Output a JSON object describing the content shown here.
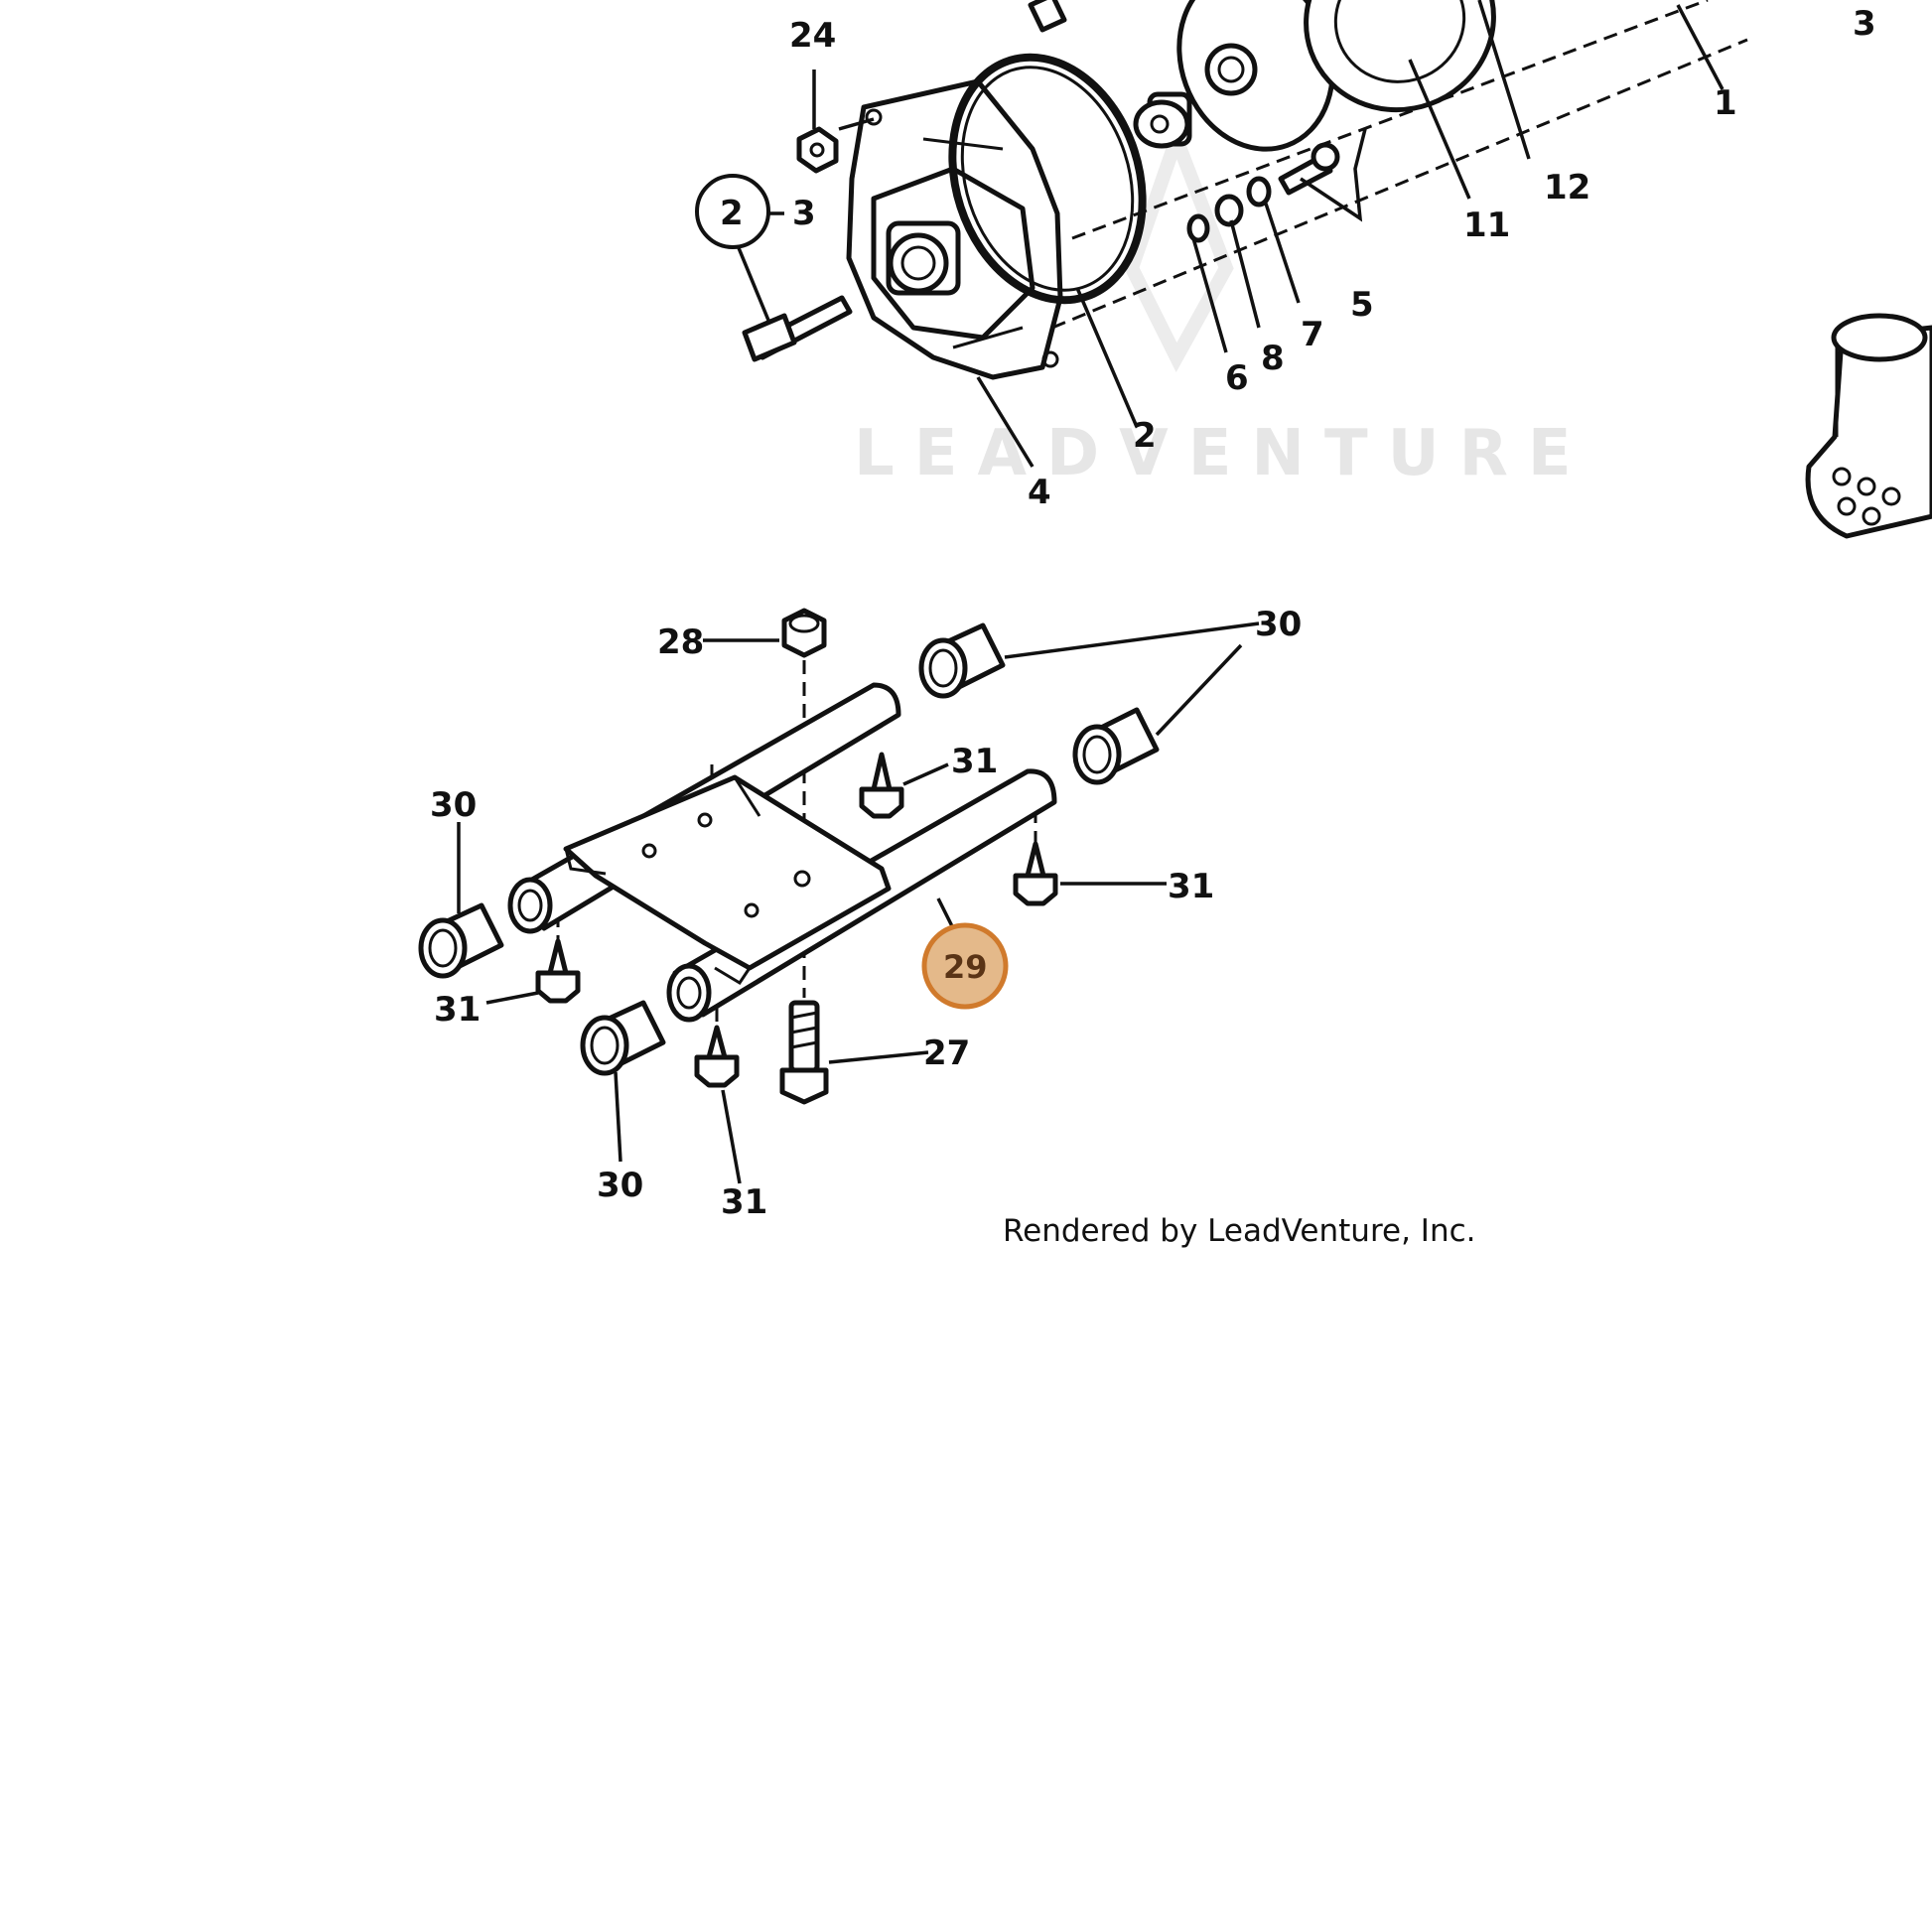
{
  "watermark": "LEADVENTURE",
  "credit": "Rendered by LeadVenture, Inc.",
  "highlight": {
    "callout": "29",
    "fill_color": "#e4b98a",
    "ring_color": "#d07a2c"
  },
  "callouts": {
    "c24": "24",
    "c2_circle": "2",
    "c2_circle_ref": "3",
    "c3_top": "3",
    "c1": "1",
    "c12": "12",
    "c11": "11",
    "c5": "5",
    "c7": "7",
    "c8": "8",
    "c6": "6",
    "c2": "2",
    "c4": "4",
    "c28": "28",
    "c30_top": "30",
    "c31_a": "31",
    "c31_b": "31",
    "c30_left": "30",
    "c31_left": "31",
    "c27": "27",
    "c30_bottom": "30",
    "c31_bottom": "31"
  }
}
